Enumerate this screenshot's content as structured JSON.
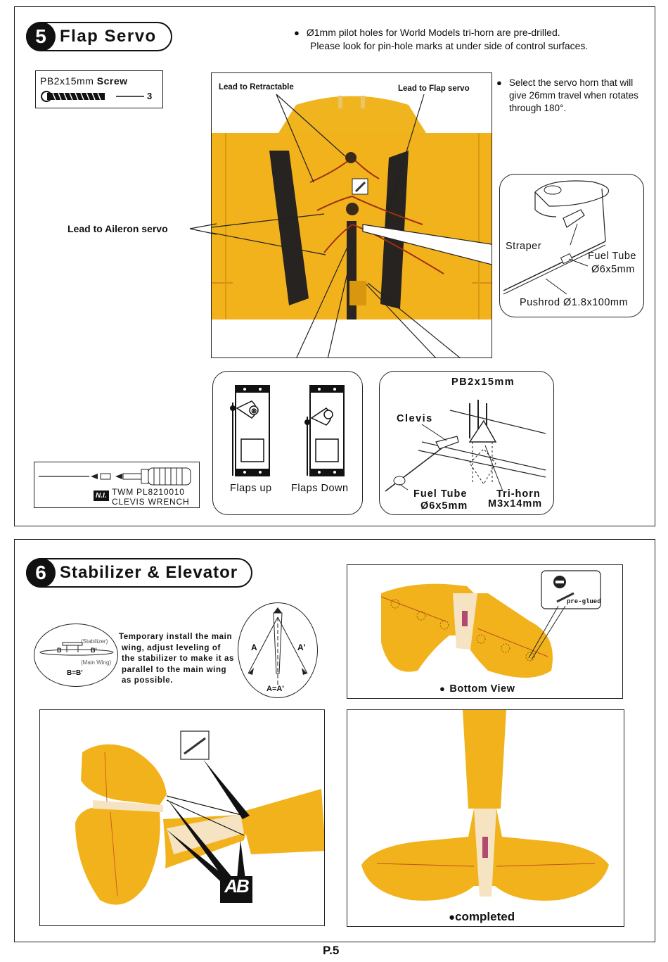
{
  "step5": {
    "number": "5",
    "title": "Flap  Servo",
    "note_holes": [
      "Ø1mm pilot holes for World Models tri-horn are pre-drilled.",
      "Please look for pin-hole marks at under side of control surfaces."
    ],
    "note_horn": [
      "Select the servo horn that will",
      "give 26mm travel when rotates",
      "through 180°."
    ],
    "screw": {
      "size": "PB2x15mm",
      "name": "Screw",
      "qty": "3"
    },
    "photo_labels": {
      "retract": "Lead to Retractable",
      "flap": "Lead to Flap servo",
      "aileron": "Lead to Aileron servo"
    },
    "detail": {
      "straper": "Straper",
      "fuel_tube": "Fuel Tube",
      "fuel_tube_size": "Ø6x5mm",
      "pushrod": "Pushrod Ø1.8x100mm"
    },
    "servo": {
      "up": "Flaps up",
      "down": "Flaps Down"
    },
    "horn_detail": {
      "screw": "PB2x15mm",
      "clevis": "Clevis",
      "fuel_tube": "Fuel  Tube",
      "fuel_tube_size": "Ø6x5mm",
      "trihorn": "Tri-horn",
      "trihorn_size": "M3x14mm"
    },
    "tool": {
      "badge": "N.I.",
      "code": "TWM PL8210010",
      "name": "CLEVIS WRENCH"
    }
  },
  "step6": {
    "number": "6",
    "title": "Stabilizer & Elevator",
    "instruction": [
      "Temporary install the main",
      "wing, adjust leveling of",
      "the stabilizer to make it as",
      "parallel to the main wing",
      "as possible."
    ],
    "diagram_left": {
      "stab": "(Stabilizer)",
      "main": "(Main Wing)",
      "b": "B",
      "b2": "B'",
      "eq": "B=B'"
    },
    "diagram_right": {
      "a": "A",
      "a2": "A'",
      "eq": "A=A'"
    },
    "pre_glued": "pre-glued",
    "bottom_view": "Bottom View",
    "completed": "completed",
    "ab": "AB"
  },
  "page": "P.5",
  "colors": {
    "yellow": "#f2b21c",
    "yellow_dark": "#d99a10",
    "black": "#1a1a1a"
  }
}
